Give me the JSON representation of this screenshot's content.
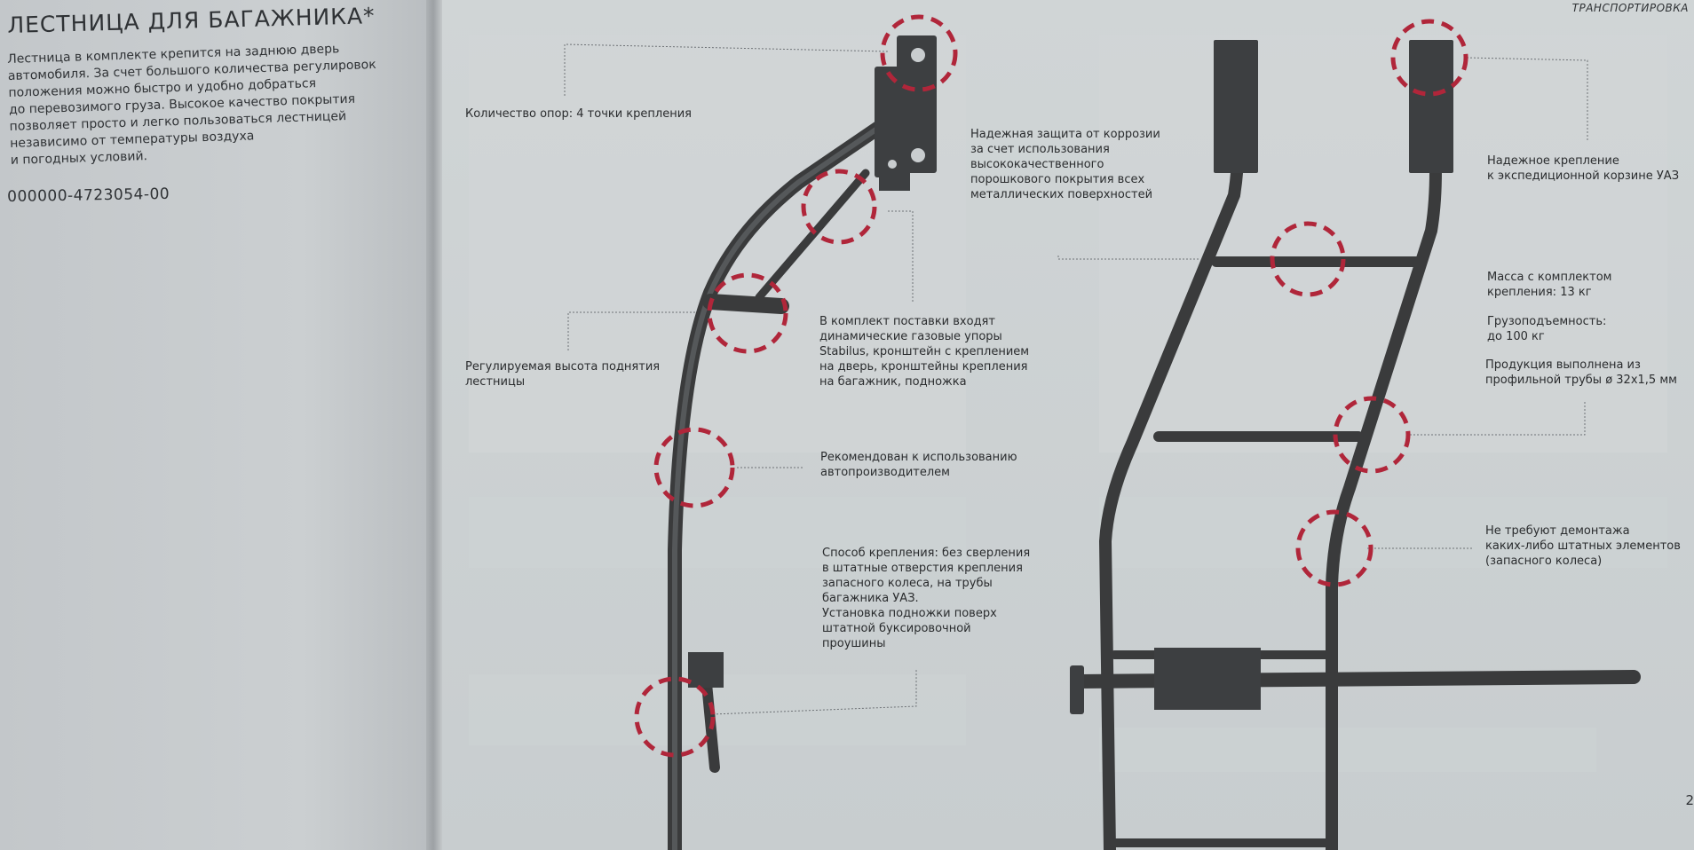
{
  "title": "ЛЕСТНИЦА ДЛЯ  БАГАЖНИКА*",
  "description": [
    "Лестница в комплекте крепится на заднюю дверь",
    "автомобиля. За счет большого количества регулировок",
    "положения можно быстро и удобно добраться",
    "до перевозимого груза. Высокое качество покрытия",
    "позволяет просто и легко пользоваться лестницей",
    "независимо от температуры воздуха",
    "и погодных условий."
  ],
  "part_number": "000000-4723054-00",
  "section_label": "ТРАНСПОРТИРОВКА",
  "page_number": "2",
  "callouts": {
    "supports": [
      "Количество опор: 4 точки крепления"
    ],
    "height": [
      "Регулируемая высота поднятия",
      "лестницы"
    ],
    "corrosion": [
      "Надежная защита от коррозии",
      "за счет использования",
      "высококачественного",
      "порошкового покрытия всех",
      "металлических поверхностей"
    ],
    "kit": [
      "В комплект поставки входят",
      "динамические газовые упоры",
      "Stabilus, кронштейн с креплением",
      "на дверь, кронштейны крепления",
      "на багажник, подножка"
    ],
    "recommended": [
      "Рекомендован к использованию",
      "автопроизводителем"
    ],
    "mounting": [
      "Способ крепления: без сверления",
      "в штатные отверстия крепления",
      "запасного колеса, на трубы",
      "багажника УАЗ.",
      "Установка подножки поверх",
      "штатной буксировочной",
      "проушины"
    ],
    "basket": [
      "Надежное крепление",
      "к экспедиционной корзине УАЗ"
    ],
    "mass": [
      "Масса с комплектом",
      "крепления: 13 кг"
    ],
    "capacity": [
      "Грузоподъемность:",
      "до 100 кг"
    ],
    "tube": [
      "Продукция выполнена из",
      "профильной трубы ø 32х1,5 мм"
    ],
    "no_removal": [
      "Не требуют демонтажа",
      "каких-либо штатных элементов",
      "(запасного колеса)"
    ]
  },
  "colors": {
    "highlight": "#b0263a",
    "metal": "#3a3b3c",
    "leader": "#6e7276"
  }
}
